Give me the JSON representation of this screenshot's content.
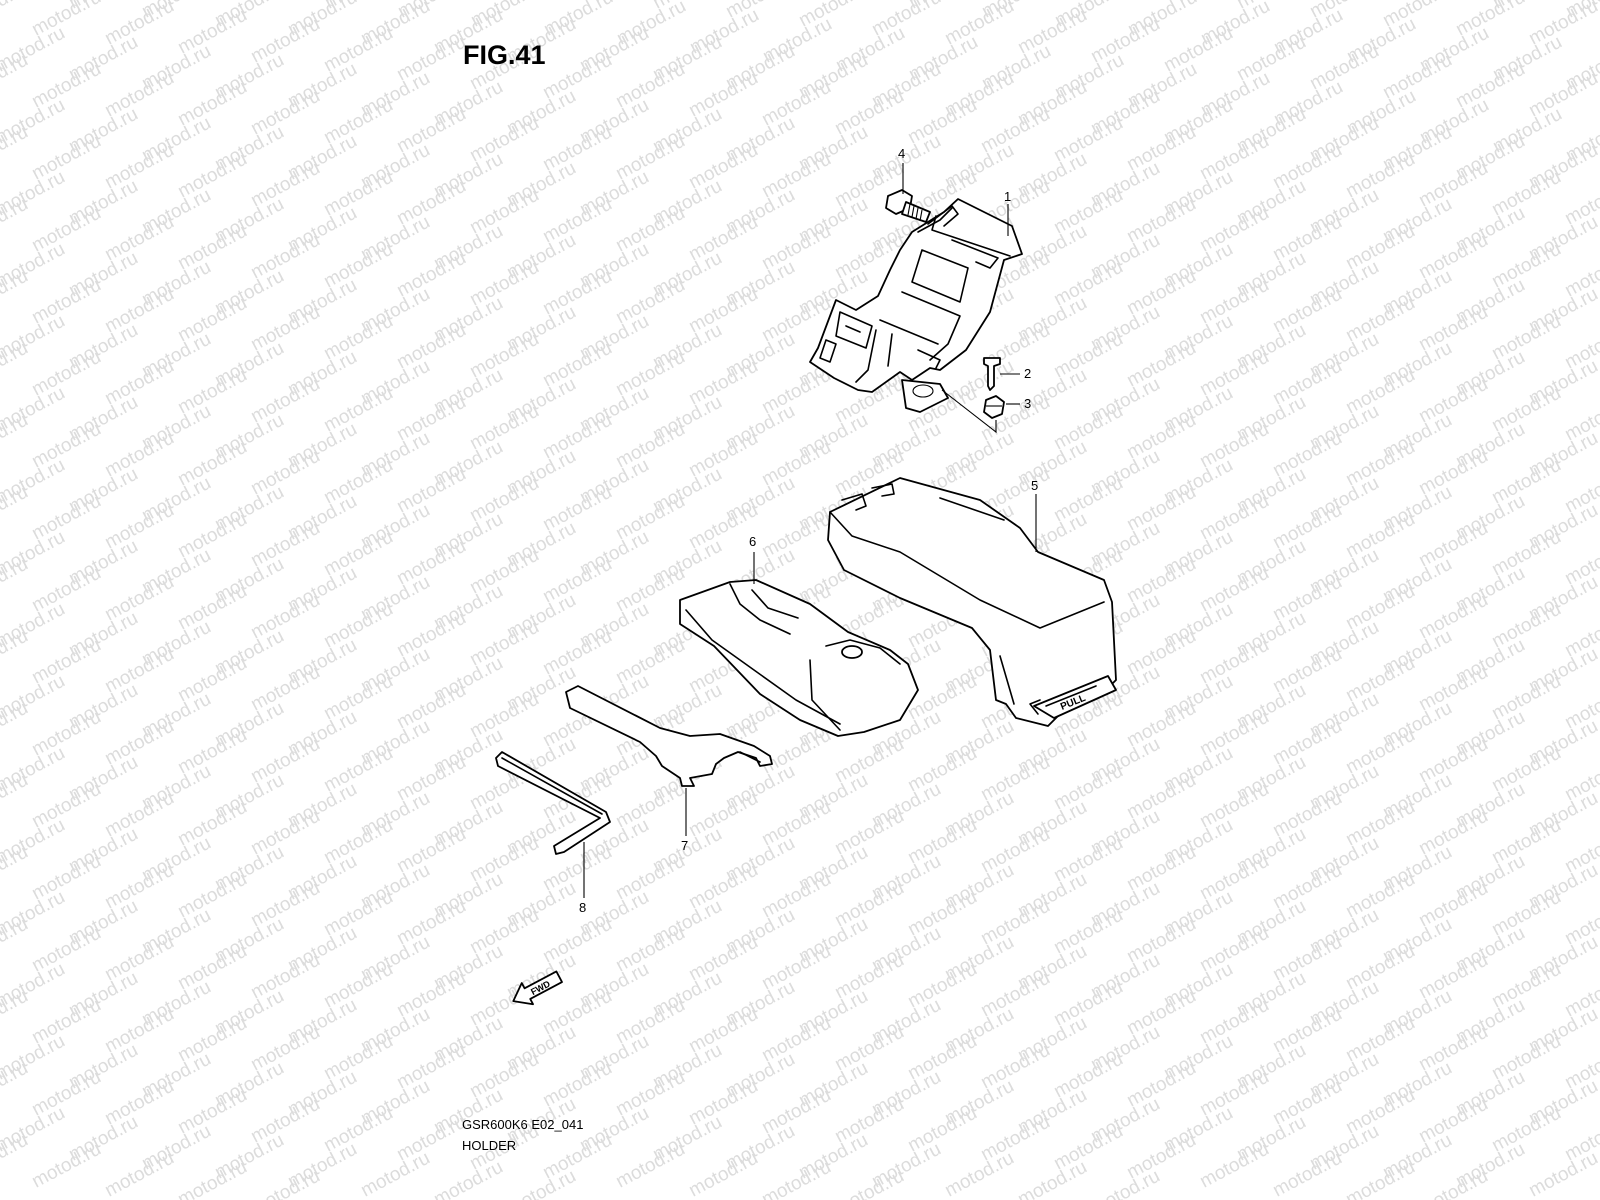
{
  "figure": {
    "title": "FIG.41"
  },
  "watermark": {
    "text": "motod.ru"
  },
  "callouts": [
    "1",
    "2",
    "3",
    "4",
    "5",
    "6",
    "7",
    "8"
  ],
  "fwd_label": "FWD",
  "pull_label": "PULL",
  "footer": {
    "code": "GSR600K6 E02_041",
    "name": "HOLDER"
  }
}
